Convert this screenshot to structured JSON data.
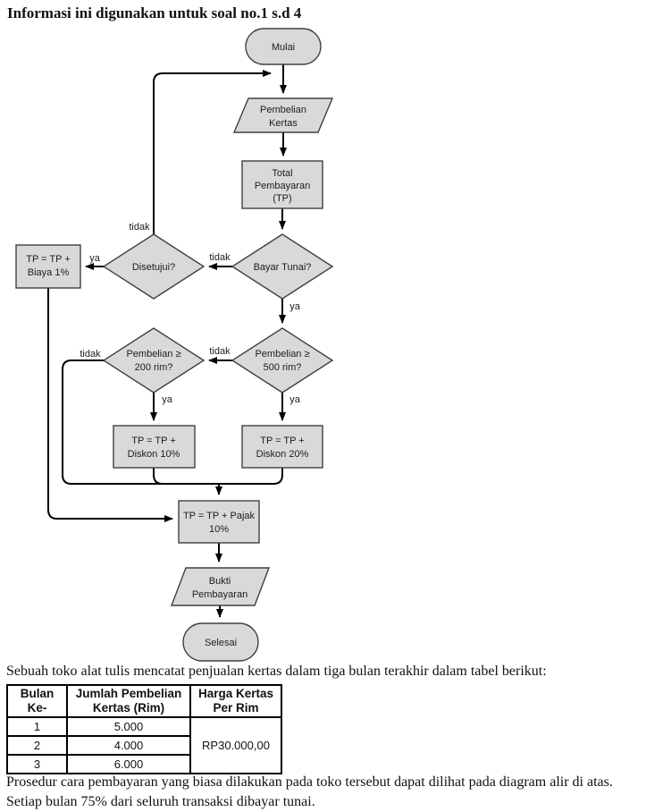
{
  "page": {
    "title": "Informasi ini digunakan untuk soal no.1 s.d 4"
  },
  "flowchart": {
    "nodes": {
      "mulai": {
        "label": "Mulai"
      },
      "pembelian_kertas": {
        "lines": [
          "Pembelian",
          "Kertas"
        ]
      },
      "total_pembayaran": {
        "lines": [
          "Total",
          "Pembayaran",
          "(TP)"
        ]
      },
      "bayar_tunai": {
        "label": "Bayar Tunai?"
      },
      "disetujui": {
        "label": "Disetujui?"
      },
      "biaya": {
        "lines": [
          "TP = TP +",
          "Biaya 1%"
        ]
      },
      "pembelian_500": {
        "lines": [
          "Pembelian ≥",
          "500 rim?"
        ]
      },
      "pembelian_200": {
        "lines": [
          "Pembelian ≥",
          "200 rim?"
        ]
      },
      "diskon_10": {
        "lines": [
          "TP = TP +",
          "Diskon 10%"
        ]
      },
      "diskon_20": {
        "lines": [
          "TP = TP +",
          "Diskon 20%"
        ]
      },
      "pajak": {
        "lines": [
          "TP = TP + Pajak",
          "10%"
        ]
      },
      "bukti_pembayaran": {
        "lines": [
          "Bukti",
          "Pembayaran"
        ]
      },
      "selesai": {
        "label": "Selesai"
      }
    },
    "edge_labels": {
      "ya": "ya",
      "tidak": "tidak"
    },
    "colors": {
      "node_fill": "#d9d9d9",
      "node_border": "#404040",
      "line": "#000000"
    }
  },
  "intro": "Sebuah toko alat tulis mencatat penjualan kertas dalam tiga bulan terakhir dalam tabel berikut:",
  "table": {
    "headers": {
      "col1": [
        "Bulan",
        "Ke-"
      ],
      "col2": [
        "Jumlah Pembelian",
        "Kertas (Rim)"
      ],
      "col3": [
        "Harga Kertas",
        "Per Rim"
      ]
    },
    "rows": [
      {
        "bulan": "1",
        "jumlah": "5.000"
      },
      {
        "bulan": "2",
        "jumlah": "4.000"
      },
      {
        "bulan": "3",
        "jumlah": "6.000"
      }
    ],
    "harga_merged": "RP30.000,00"
  },
  "footer": "Prosedur cara pembayaran yang biasa dilakukan pada toko tersebut dapat dilihat pada diagram alir di atas. Setiap bulan 75% dari seluruh transaksi dibayar tunai."
}
